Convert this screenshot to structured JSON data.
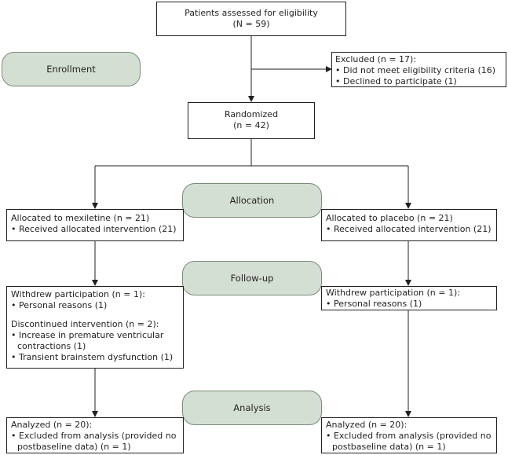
{
  "colors": {
    "stage_fill": "#d4dfd3",
    "stage_border": "#7a8a7a",
    "line": "#231f20"
  },
  "stages": {
    "enrollment": "Enrollment",
    "allocation": "Allocation",
    "followup": "Follow-up",
    "analysis": "Analysis"
  },
  "assessed": {
    "title": "Patients assessed for eligibility",
    "count": "(N = 59)"
  },
  "excluded": {
    "title": "Excluded (n = 17):",
    "items": [
      "• Did not meet eligibility criteria (16)",
      "• Declined to participate (1)"
    ]
  },
  "randomized": {
    "title": "Randomized",
    "count": "(n = 42)"
  },
  "allocation": {
    "mexiletine": {
      "title": "Allocated to mexiletine (n = 21)",
      "item": "• Received allocated intervention (21)"
    },
    "placebo": {
      "title": "Allocated to placebo (n = 21)",
      "item": "• Received allocated intervention (21)"
    }
  },
  "followup": {
    "mexiletine": {
      "withdrew": "Withdrew participation (n = 1):",
      "withdrew_item": "• Personal reasons (1)",
      "discontinued": "Discontinued intervention (n = 2):",
      "discontinued_items": [
        "• Increase in premature ventricular contractions (1)",
        "• Transient brainstem dysfunction (1)"
      ]
    },
    "placebo": {
      "withdrew": "Withdrew participation (n = 1):",
      "withdrew_item": "• Personal reasons (1)"
    }
  },
  "analysis": {
    "mexiletine": {
      "title": "Analyzed (n = 20):",
      "item": "• Excluded from analysis (provided no postbaseline data) (n = 1)"
    },
    "placebo": {
      "title": "Analyzed (n = 20):",
      "item": "• Excluded from analysis (provided no postbaseline data) (n = 1)"
    }
  }
}
